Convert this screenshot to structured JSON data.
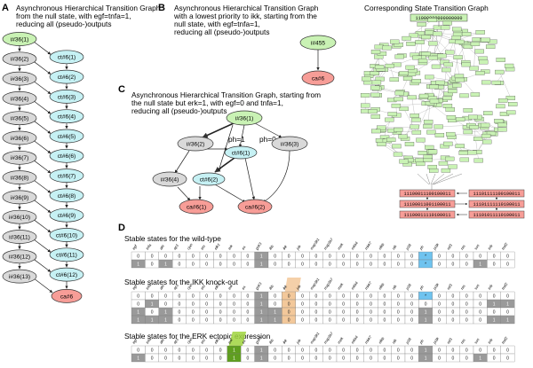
{
  "colors": {
    "green": "#c9f2b4",
    "cyan": "#c6f1f4",
    "grey": "#d9d9d9",
    "red": "#f79d97",
    "orange_band": "#f3c89a",
    "green_band": "#9fd33e",
    "blue_cell": "#6fc3ef",
    "dark_cell": "#9a9a9a"
  },
  "panelA": {
    "label": "A",
    "desc": [
      "Asynchronous Hierarchical Transition Graph",
      "from the null state, with egf=tnfa=1,",
      "reducing all (pseudo-)outputs"
    ],
    "left_nodes": [
      "i#36(1)",
      "i#36(2)",
      "i#36(3)",
      "i#36(4)",
      "i#36(5)",
      "i#36(6)",
      "i#36(7)",
      "i#36(8)",
      "i#36(9)",
      "i#36(10)",
      "i#36(11)",
      "i#36(12)",
      "i#36(13)"
    ],
    "right_nodes": [
      "ct#6(1)",
      "ct#6(2)",
      "ct#6(3)",
      "ct#6(4)",
      "ct#6(5)",
      "ct#6(6)",
      "ct#6(7)",
      "ct#6(8)",
      "ct#6(9)",
      "ct#6(10)",
      "ct#6(11)",
      "ct#6(12)"
    ],
    "final": "ca#6"
  },
  "panelB": {
    "label": "B",
    "desc": [
      "Asynchronous Hierarchical Transition Graph",
      "with a lowest priority to ikk, starting from the",
      "null state, with egf=tnfa=1,",
      "reducing all (pseudo-)outputs"
    ],
    "node1": "i#455",
    "node2": "ca#6",
    "stg_title": "Corresponding State Transition Graph",
    "stg_top": "11000000000000000",
    "stg_states": [
      "11100011100100011",
      "11101111100100011",
      "11100011001100011",
      "11101111110100011",
      "11100011110100011",
      "11101011110100011"
    ]
  },
  "panelC": {
    "label": "C",
    "desc": [
      "Asynchronous Hierarchical Transition Graph, starting from",
      "the null state but erk=1, with egf=0 and tnfa=1,",
      "reducing all (pseudo-)outputs"
    ],
    "nodes": {
      "n1": "i#36(1)",
      "n2": "i#36(2)",
      "n3": "i#36(3)",
      "n4": "i#36(4)",
      "n5": "ct#6(1)",
      "n6": "ct#6(2)",
      "n7": "ca#6(1)",
      "n8": "ca#6(2)"
    },
    "edge_ph1": "ph=1",
    "edge_ph0": "ph=0"
  },
  "panelD": {
    "label": "D",
    "headers": [
      "egf",
      "tnfa",
      "akt",
      "ap1",
      "cjun",
      "ets",
      "elk1",
      "erk",
      "ex",
      "gsk3",
      "ikb",
      "ikk",
      "jnk",
      "map3k1",
      "map3k7",
      "mek",
      "mkk4",
      "mkk7",
      "nfkb",
      "nik",
      "p38",
      "ph",
      "pi3k",
      "raf1",
      "ras",
      "sos",
      "tnfr",
      "traf2"
    ],
    "table1": {
      "title": "Stable states for the wild-type",
      "rows": [
        [
          "0",
          "0",
          "0",
          "0",
          "0",
          "0",
          "0",
          "0",
          "0",
          "1",
          "0",
          "0",
          "0",
          "0",
          "0",
          "0",
          "0",
          "0",
          "0",
          "0",
          "0",
          "*",
          "0",
          "0",
          "0",
          "0",
          "0",
          "0"
        ],
        [
          "1",
          "0",
          "1",
          "0",
          "0",
          "0",
          "0",
          "0",
          "0",
          "1",
          "0",
          "0",
          "0",
          "0",
          "0",
          "0",
          "0",
          "0",
          "0",
          "0",
          "0",
          "*",
          "0",
          "0",
          "0",
          "1",
          "0",
          "0"
        ]
      ]
    },
    "table2": {
      "title": "Stable states for the IKK knock-out",
      "rows": [
        [
          "0",
          "0",
          "0",
          "0",
          "0",
          "0",
          "0",
          "0",
          "0",
          "1",
          "0",
          "0",
          "0",
          "0",
          "0",
          "0",
          "0",
          "0",
          "0",
          "0",
          "0",
          "*",
          "0",
          "0",
          "0",
          "0",
          "0",
          "0"
        ],
        [
          "0",
          "1",
          "0",
          "0",
          "0",
          "0",
          "0",
          "0",
          "0",
          "1",
          "0",
          "0",
          "0",
          "0",
          "0",
          "0",
          "0",
          "0",
          "0",
          "0",
          "0",
          "0",
          "0",
          "0",
          "0",
          "0",
          "1",
          "1"
        ],
        [
          "1",
          "0",
          "1",
          "0",
          "0",
          "0",
          "0",
          "0",
          "0",
          "1",
          "1",
          "0",
          "0",
          "0",
          "0",
          "0",
          "0",
          "0",
          "0",
          "0",
          "0",
          "1",
          "0",
          "0",
          "0",
          "0",
          "0",
          "0"
        ],
        [
          "1",
          "1",
          "1",
          "0",
          "0",
          "0",
          "0",
          "0",
          "0",
          "1",
          "1",
          "0",
          "0",
          "0",
          "0",
          "0",
          "0",
          "0",
          "0",
          "0",
          "0",
          "1",
          "0",
          "0",
          "0",
          "0",
          "1",
          "1"
        ]
      ]
    },
    "table3": {
      "title": "Stable states for the  ERK ectopic expression",
      "rows": [
        [
          "0",
          "0",
          "0",
          "0",
          "0",
          "0",
          "0",
          "1",
          "0",
          "1",
          "0",
          "0",
          "0",
          "0",
          "0",
          "0",
          "0",
          "0",
          "0",
          "0",
          "0",
          "1",
          "0",
          "0",
          "0",
          "0",
          "0",
          "0"
        ],
        [
          "1",
          "0",
          "0",
          "0",
          "0",
          "0",
          "0",
          "1",
          "0",
          "1",
          "0",
          "0",
          "0",
          "0",
          "0",
          "0",
          "0",
          "0",
          "0",
          "0",
          "0",
          "1",
          "0",
          "0",
          "0",
          "1",
          "0",
          "0"
        ]
      ]
    }
  }
}
